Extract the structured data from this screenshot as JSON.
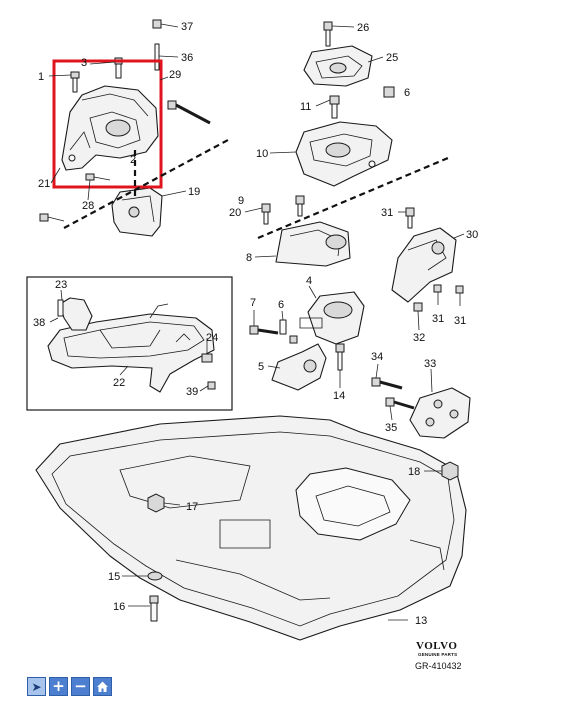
{
  "callouts": {
    "c1": "1",
    "c3": "3",
    "c29": "29",
    "c2": "2",
    "c21": "21",
    "c28": "28",
    "c19": "19",
    "c37": "37",
    "c36": "36",
    "c26": "26",
    "c25": "25",
    "c6b": "6",
    "c11": "11",
    "c10": "10",
    "c9": "9",
    "c20": "20",
    "c8": "8",
    "c31a": "31",
    "c30": "30",
    "c4": "4",
    "c7": "7",
    "c6": "6",
    "c31b": "31",
    "c31c": "31",
    "c32": "32",
    "c5": "5",
    "c14": "14",
    "c34": "34",
    "c33": "33",
    "c35": "35",
    "c23": "23",
    "c38": "38",
    "c24": "24",
    "c22": "22",
    "c39": "39",
    "c18": "18",
    "c17": "17",
    "c15": "15",
    "c16": "16",
    "c13": "13"
  },
  "brand": {
    "logo": "VOLVO",
    "tagline": "GENUINE PARTS",
    "drawing_number": "GR-410432"
  },
  "highlight_color": "#e0141e",
  "toolbar": {
    "select_icon": "pointer-icon",
    "zoom_in_icon": "plus-icon",
    "zoom_out_icon": "minus-icon",
    "home_icon": "home-icon",
    "zoom_in_label": "+",
    "zoom_out_label": "−"
  }
}
